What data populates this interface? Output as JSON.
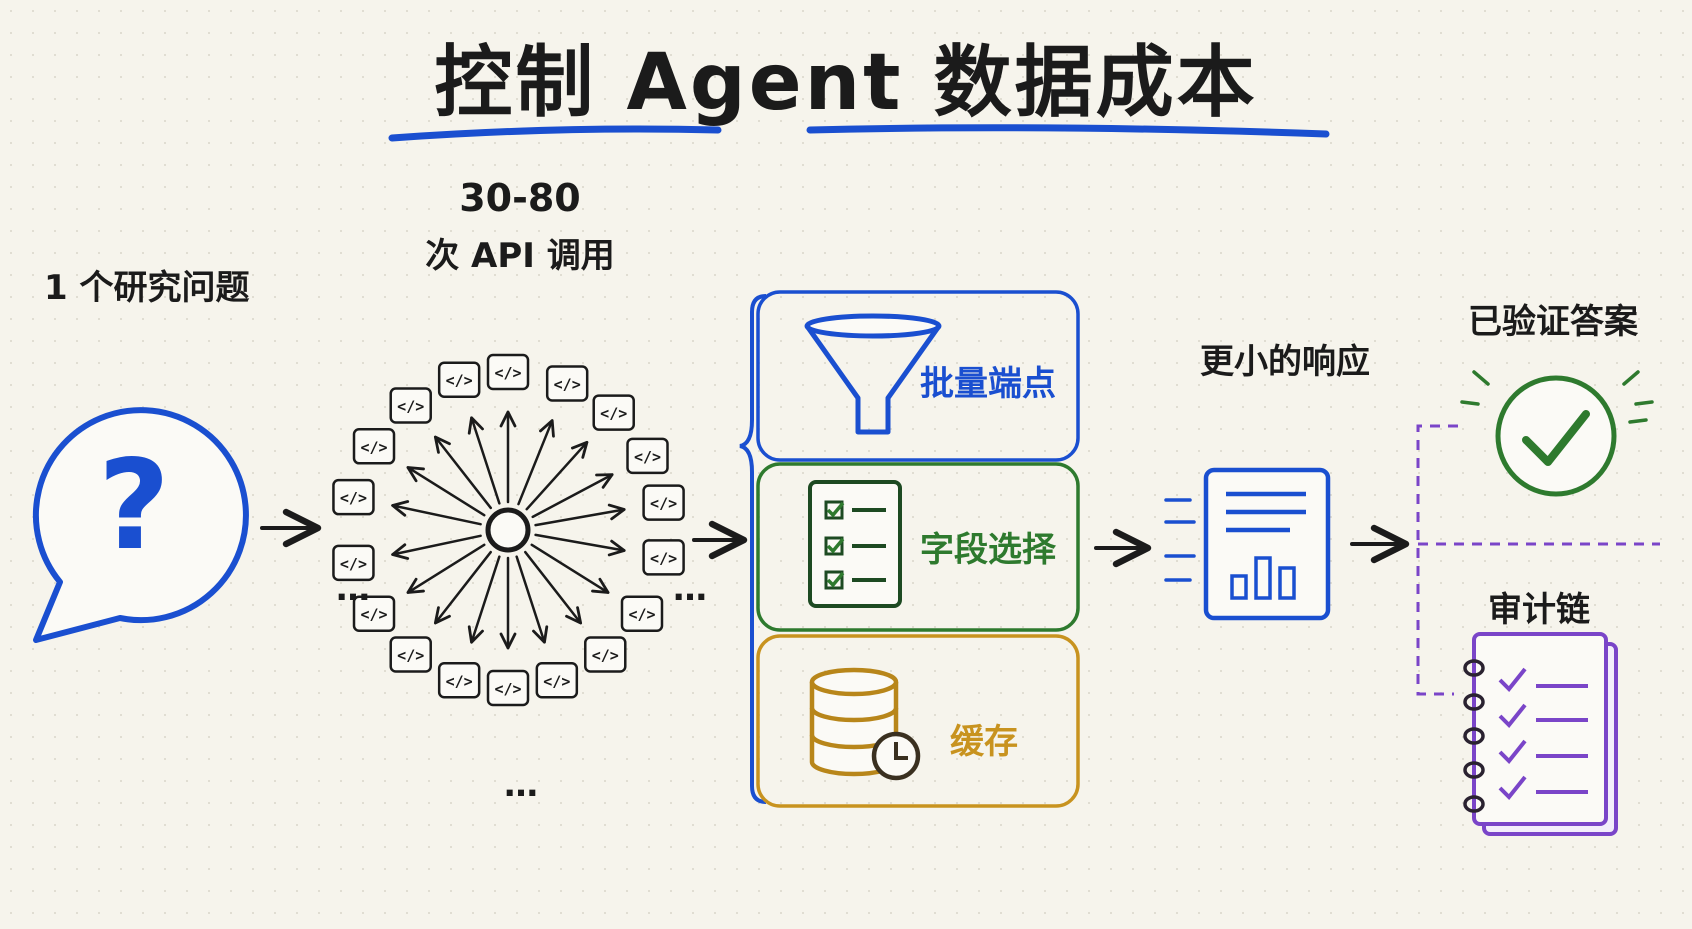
{
  "title": "控制 Agent 数据成本",
  "question": {
    "label": "1 个研究问题",
    "icon": "question-speech-bubble-icon",
    "glyph": "?"
  },
  "api_calls": {
    "count": "30-80",
    "label": "次 API 调用",
    "icon": "code-tag-icon",
    "tag": "</>",
    "ellipsis": "…"
  },
  "strategies": [
    {
      "label": "批量端点",
      "icon": "funnel-icon",
      "color": "#1a4fd0"
    },
    {
      "label": "字段选择",
      "icon": "checklist-icon",
      "color": "#2e7a2e"
    },
    {
      "label": "缓存",
      "icon": "database-clock-icon",
      "color": "#c8931f"
    }
  ],
  "response": {
    "label": "更小的响应",
    "icon": "document-chart-icon",
    "color": "#1a4fd0"
  },
  "outputs": [
    {
      "label": "已验证答案",
      "icon": "check-circle-icon",
      "color": "#2e7a2e"
    },
    {
      "label": "审计链",
      "icon": "spiral-checklist-icon",
      "color": "#7a45c8"
    }
  ],
  "colors": {
    "ink": "#1b1b1b",
    "blue": "#1a4fd0",
    "green": "#2e7a2e",
    "gold": "#c8931f",
    "purple": "#7a45c8"
  }
}
